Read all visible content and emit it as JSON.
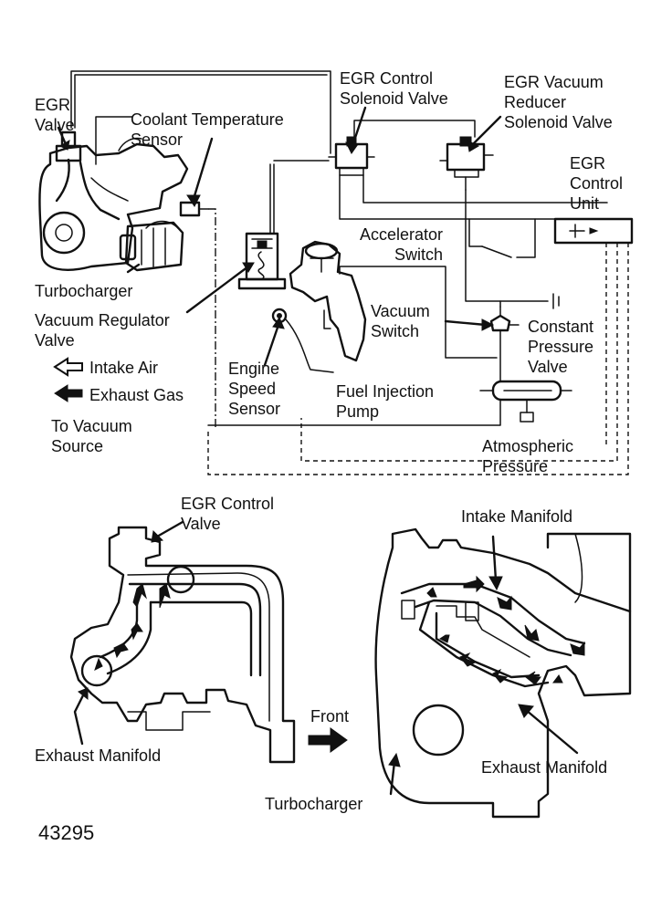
{
  "labels": {
    "egr_valve": "EGR\nValve",
    "coolant_temp_sensor": "Coolant Temperature\nSensor",
    "egr_control_solenoid": "EGR Control\nSolenoid Valve",
    "egr_vacuum_reducer": "EGR Vacuum\nReducer\nSolenoid Valve",
    "egr_control_unit": "EGR\nControl\nUnit",
    "accelerator_switch": "Accelerator\nSwitch",
    "turbocharger_top": "Turbocharger",
    "vacuum_regulator": "Vacuum Regulator\nValve",
    "vacuum_switch": "Vacuum\nSwitch",
    "constant_pressure": "Constant\nPressure\nValve",
    "engine_speed_sensor": "Engine\nSpeed\nSensor",
    "fuel_injection_pump": "Fuel Injection\nPump",
    "to_vacuum_source": "To Vacuum\nSource",
    "atmospheric_pressure": "Atmospheric\nPressure",
    "egr_control_valve": "EGR Control\nValve",
    "intake_manifold": "Intake Manifold",
    "front": "Front",
    "exhaust_manifold_left": "Exhaust Manifold",
    "exhaust_manifold_right": "Exhaust Manifold",
    "turbocharger_bottom": "Turbocharger"
  },
  "legend": {
    "intake_air": "Intake Air",
    "exhaust_gas": "Exhaust Gas"
  },
  "figure_number": "43295",
  "colors": {
    "ink": "#111111",
    "paper": "#ffffff"
  }
}
